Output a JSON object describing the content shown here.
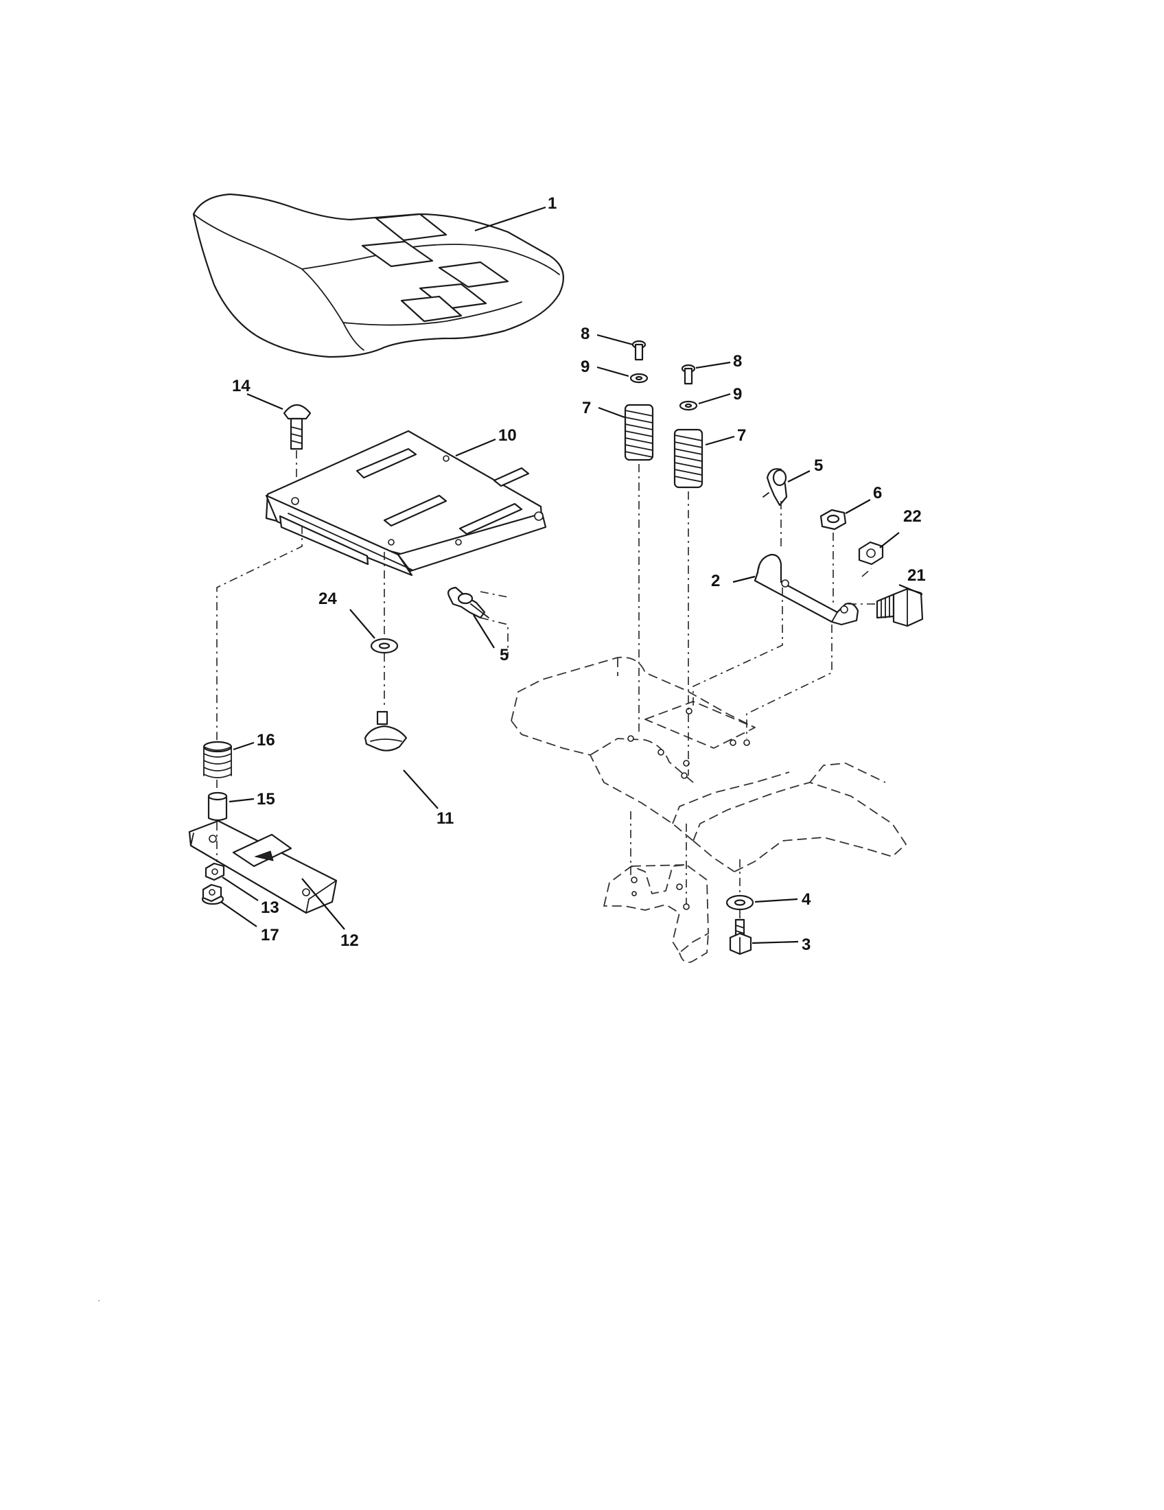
{
  "diagram": {
    "callouts": [
      {
        "id": "1",
        "label": "1"
      },
      {
        "id": "2",
        "label": "2"
      },
      {
        "id": "3",
        "label": "3"
      },
      {
        "id": "4",
        "label": "4"
      },
      {
        "id": "5a",
        "label": "5"
      },
      {
        "id": "5b",
        "label": "5"
      },
      {
        "id": "6",
        "label": "6"
      },
      {
        "id": "7a",
        "label": "7"
      },
      {
        "id": "7b",
        "label": "7"
      },
      {
        "id": "8a",
        "label": "8"
      },
      {
        "id": "8b",
        "label": "8"
      },
      {
        "id": "9a",
        "label": "9"
      },
      {
        "id": "9b",
        "label": "9"
      },
      {
        "id": "10",
        "label": "10"
      },
      {
        "id": "11",
        "label": "11"
      },
      {
        "id": "12",
        "label": "12"
      },
      {
        "id": "13",
        "label": "13"
      },
      {
        "id": "14",
        "label": "14"
      },
      {
        "id": "15",
        "label": "15"
      },
      {
        "id": "16",
        "label": "16"
      },
      {
        "id": "17",
        "label": "17"
      },
      {
        "id": "21",
        "label": "21"
      },
      {
        "id": "22",
        "label": "22"
      },
      {
        "id": "24",
        "label": "24"
      }
    ]
  }
}
